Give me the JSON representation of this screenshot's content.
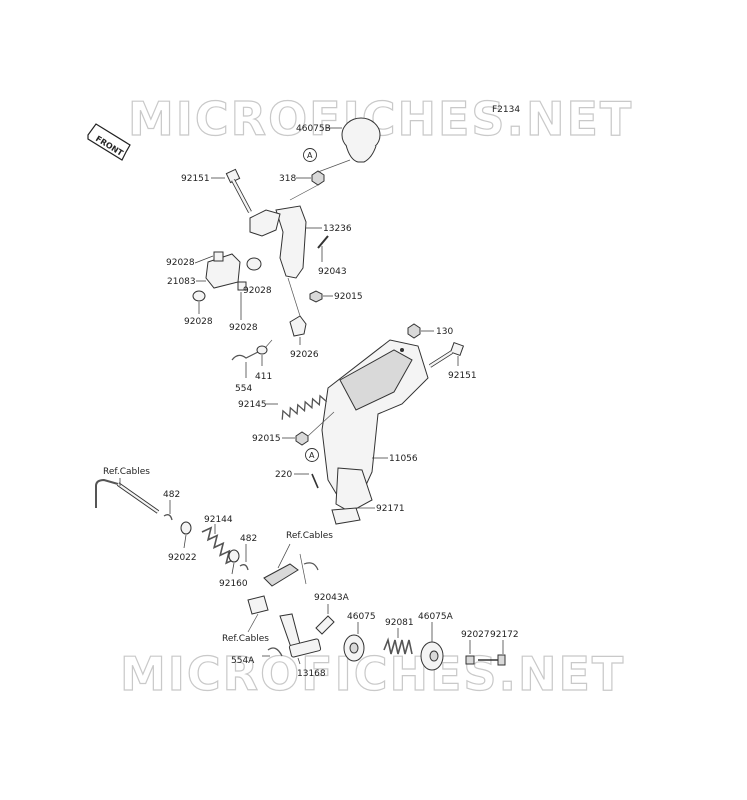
{
  "figure_code": "F2134",
  "watermark": "MICROFICHES.NET",
  "front_badge": "FRONT",
  "callout_letter": "A",
  "labels": {
    "p46075B": "46075B",
    "p318": "318",
    "p92151_top": "92151",
    "p13236": "13236",
    "p92028_a": "92028",
    "p21083": "21083",
    "p92028_b": "92028",
    "p92043": "92043",
    "p92015_a": "92015",
    "p92028_c": "92028",
    "p92028_d": "92028",
    "p92026": "92026",
    "p130": "130",
    "p554": "554",
    "p411": "411",
    "p92151_mid": "92151",
    "p92145": "92145",
    "p92015_b": "92015",
    "p11056": "11056",
    "p220": "220",
    "p92171": "92171",
    "ref_cables_1": "Ref.Cables",
    "p482_a": "482",
    "p92144": "92144",
    "p92022": "92022",
    "p482_b": "482",
    "p92160": "92160",
    "ref_cables_2": "Ref.Cables",
    "p92043A": "92043A",
    "p46075": "46075",
    "p46075A": "46075A",
    "p92081": "92081",
    "p92027": "92027",
    "p92172": "92172",
    "ref_cables_3": "Ref.Cables",
    "p554A": "554A",
    "p13168": "13168"
  }
}
